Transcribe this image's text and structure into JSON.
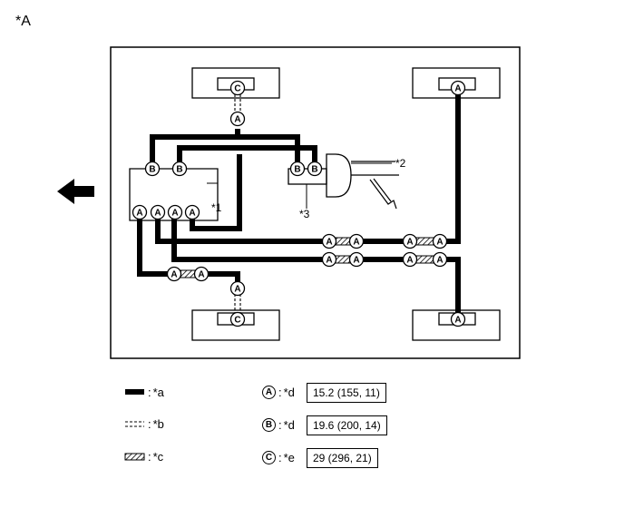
{
  "figure_label": "*A",
  "callouts": {
    "c1": "*1",
    "c2": "*2",
    "c3": "*3"
  },
  "connectors": {
    "A": "A",
    "B": "B",
    "C": "C"
  },
  "legend": {
    "a": {
      "text": "*a",
      "sep": ":"
    },
    "b": {
      "text": "*b",
      "sep": ":"
    },
    "c": {
      "text": "*c",
      "sep": ":"
    }
  },
  "torque_specs": [
    {
      "symbol": "A",
      "label": "*d",
      "sep": ":",
      "value": "15.2 (155, 11)"
    },
    {
      "symbol": "B",
      "label": "*d",
      "sep": ":",
      "value": "19.6 (200, 14)"
    },
    {
      "symbol": "C",
      "label": "*e",
      "sep": ":",
      "value": "29 (296, 21)"
    }
  ]
}
